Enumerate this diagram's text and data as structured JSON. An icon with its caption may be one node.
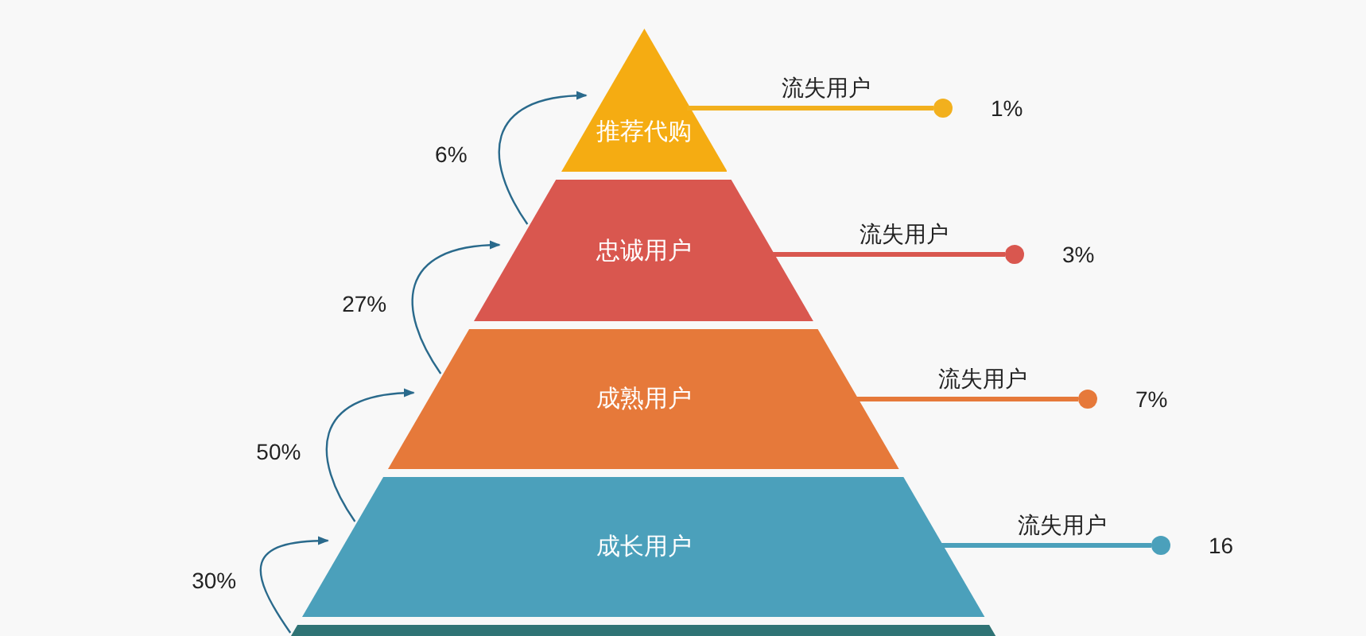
{
  "diagram": {
    "nodes": [
      {
        "text": [
          "推荐代购"
        ]
      },
      {
        "text": [
          "忠诚用户"
        ]
      },
      {
        "text": [
          "成熟用户"
        ]
      },
      {
        "text": [
          "成长用户"
        ]
      },
      {
        "text": [],
        "shape": "bar"
      },
      {
        "text": [],
        "shape": "circle",
        "beside": [
          "1%"
        ]
      },
      {
        "text": [],
        "shape": "circle",
        "beside": [
          "3%"
        ]
      },
      {
        "text": [],
        "shape": "circle",
        "beside": [
          "7%"
        ]
      },
      {
        "text": [],
        "shape": "circle",
        "beside": [
          "16"
        ]
      }
    ],
    "edges": [
      {
        "from": 1,
        "to": 0,
        "arrow": "to",
        "label": "6%"
      },
      {
        "from": 2,
        "to": 1,
        "arrow": "to",
        "label": "27%"
      },
      {
        "from": 3,
        "to": 2,
        "arrow": "to",
        "label": "50%"
      },
      {
        "from": 4,
        "to": 3,
        "arrow": "to",
        "label": "30%"
      },
      {
        "from": 0,
        "to": 5,
        "arrow": "none",
        "label": "流失用户",
        "color": "#f2b01e",
        "style": "thick"
      },
      {
        "from": 1,
        "to": 6,
        "arrow": "none",
        "label": "流失用户",
        "color": "#d9574f",
        "style": "thick"
      },
      {
        "from": 2,
        "to": 7,
        "arrow": "none",
        "label": "流失用户",
        "color": "#e6793a",
        "style": "thick"
      },
      {
        "from": 3,
        "to": 8,
        "arrow": "none",
        "label": "流失用户",
        "color": "#4ba0bb",
        "style": "thick"
      }
    ]
  }
}
